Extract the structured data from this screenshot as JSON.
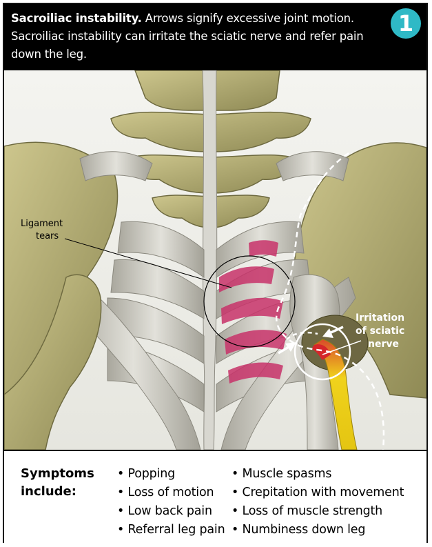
{
  "header": {
    "title_bold": "Sacroiliac instability.",
    "title_rest": " Arrows signify excessive joint motion. Sacroiliac instability can irritate the sciatic nerve and refer pain down the leg.",
    "badge": "1"
  },
  "labels": {
    "ligament_line1": "Ligament",
    "ligament_line2": "tears",
    "irritation_line1": "Irritation",
    "irritation_line2": "of sciatic",
    "irritation_line3": "nerve"
  },
  "symptoms": {
    "title_line1": "Symptoms",
    "title_line2": "include:",
    "col1": [
      "Popping",
      "Loss of motion",
      "Low back pain",
      "Referral leg pain"
    ],
    "col2": [
      "Muscle spasms",
      "Crepitation with movement",
      "Loss of muscle strength",
      "Numbiness down leg"
    ]
  },
  "colors": {
    "header_bg": "#000000",
    "badge": "#2fb9c6",
    "bone": "#b8b27a",
    "ligament": "#c9c7bd",
    "tear": "#c8336a",
    "nerve": "#e8cf1a"
  }
}
